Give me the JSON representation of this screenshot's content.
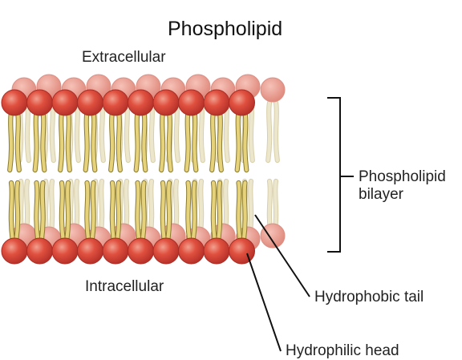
{
  "title": "Phospholipid",
  "labels": {
    "extracellular": "Extracellular",
    "intracellular": "Intracellular",
    "bilayer_line1": "Phospholipid",
    "bilayer_line2": "bilayer",
    "tail": "Hydrophobic tail",
    "head": "Hydrophilic head"
  },
  "colors": {
    "head_front": "#d9493a",
    "head_back": "#e8988c",
    "tail_front": "#e6d27a",
    "tail_back": "#ece6cc",
    "tail_outline": "#8a7a2e",
    "line": "#111111"
  }
}
